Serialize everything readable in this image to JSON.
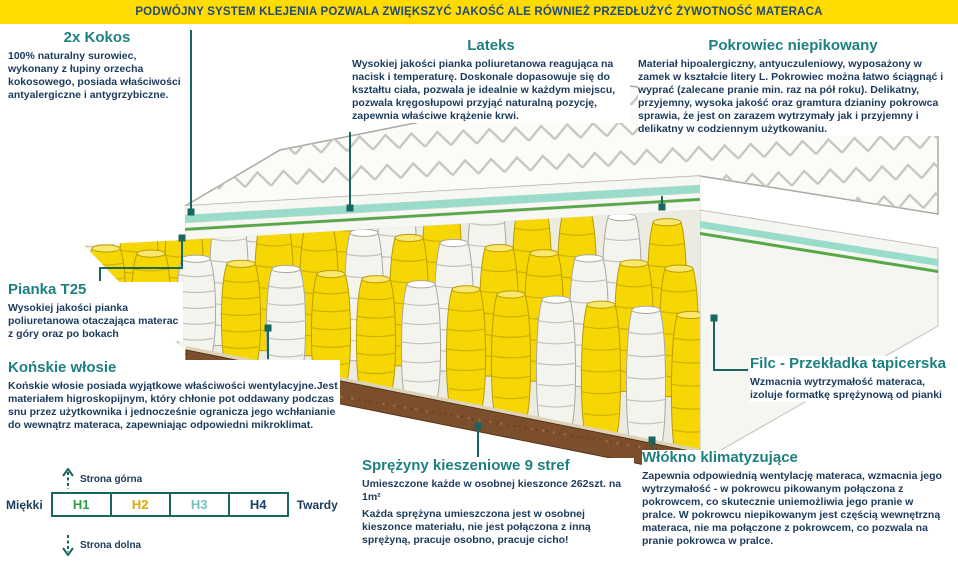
{
  "banner": {
    "text": "PODWÓJNY SYSTEM KLEJENIA POZWALA ZWIĘKSZYĆ JAKOŚĆ ALE RÓWNIEŻ PRZEDŁUŻYĆ ŻYWOTNOŚĆ MATERACA"
  },
  "labels": {
    "kokos": {
      "title": "2x Kokos",
      "body": "100% naturalny surowiec, wykonany z łupiny orzecha kokosowego, posiada właściwości antyalergiczne i antygrzybiczne."
    },
    "lateks": {
      "title": "Lateks",
      "body": "Wysokiej jakości pianka poliuretanowa reagująca na nacisk i temperaturę. Doskonale dopasowuje się do kształtu ciała, pozwala je idealnie w każdym miejscu, pozwala kręgosłupowi przyjąć naturalną pozycję, zapewnia właściwe krążenie krwi."
    },
    "pokrowiec": {
      "title": "Pokrowiec niepikowany",
      "body": "Materiał hipoalergiczny, antyuczuleniowy, wyposażony w zamek w kształcie litery L. Pokrowiec można łatwo ściągnąć i wyprać (zalecane pranie min. raz na pół roku). Delikatny, przyjemny, wysoka jakość oraz gramtura dzianiny pokrowca sprawia, że jest on zarazem wytrzymały jak i przyjemny i delikatny w codziennym użytkowaniu."
    },
    "pianka": {
      "title": "Pianka T25",
      "body": "Wysokiej jakości pianka poliuretanowa otaczająca materac z góry oraz po bokach"
    },
    "konskie": {
      "title": "Końskie włosie",
      "body": "Końskie włosie posiada wyjątkowe właściwości wentylacyjne.Jest materiałem higroskopijnym, który chłonie pot oddawany podczas snu przez użytkownika i jednocześnie ogranicza jego wchłanianie do wewnątrz materaca, zapewniając odpowiedni mikroklimat."
    },
    "filc": {
      "title": "Filc - Przekładka tapicerska",
      "body": "Wzmacnia wytrzymałość materaca, izoluje formatkę sprężynową od pianki"
    },
    "sprezyny": {
      "title": "Sprężyny kieszeniowe 9 stref",
      "body1": "Umieszczone każde w osobnej kieszonce 262szt. na 1m²",
      "body2": "Każda sprężyna umieszczona jest w osobnej kieszonce materiału, nie jest połączona z inną sprężyną, pracuje osobno, pracuje cicho!"
    },
    "wlokno": {
      "title": "Włókno klimatyzujące",
      "body": "Zapewnia odpowiednią wentylację materaca, wzmacnia jego wytrzymałość - w pokrowcu pikowanym połączona z pokrowcem, co skutecznie uniemożliwia jego pranie w pralce. W pokrowcu niepikowanym jest częścią wewnętrzną materaca, nie ma połączone z pokrowcem, co pozwala na pranie pokrowca w pralce."
    }
  },
  "scale": {
    "soft_label": "Miękki",
    "hard_label": "Twardy",
    "levels": [
      "H1",
      "H2",
      "H3",
      "H4"
    ],
    "level_colors": [
      "#2f9e44",
      "#e3a600",
      "#6fc5bd",
      "#1c3f66"
    ],
    "top_side_label": "Strona górna",
    "bottom_side_label": "Strona dolna"
  },
  "colors": {
    "banner_bg": "#ffdb00",
    "banner_text": "#234a75",
    "heading": "#1f8080",
    "body_text": "#1b3a5c",
    "connector": "#17665f",
    "spring_yellow": "#f6d703",
    "spring_white": "#f4f4ef",
    "layer_mint": "#9adcca",
    "layer_green": "#57a847",
    "base_brown": "#7b4f2c",
    "zigzag": "#c6c6c0"
  }
}
